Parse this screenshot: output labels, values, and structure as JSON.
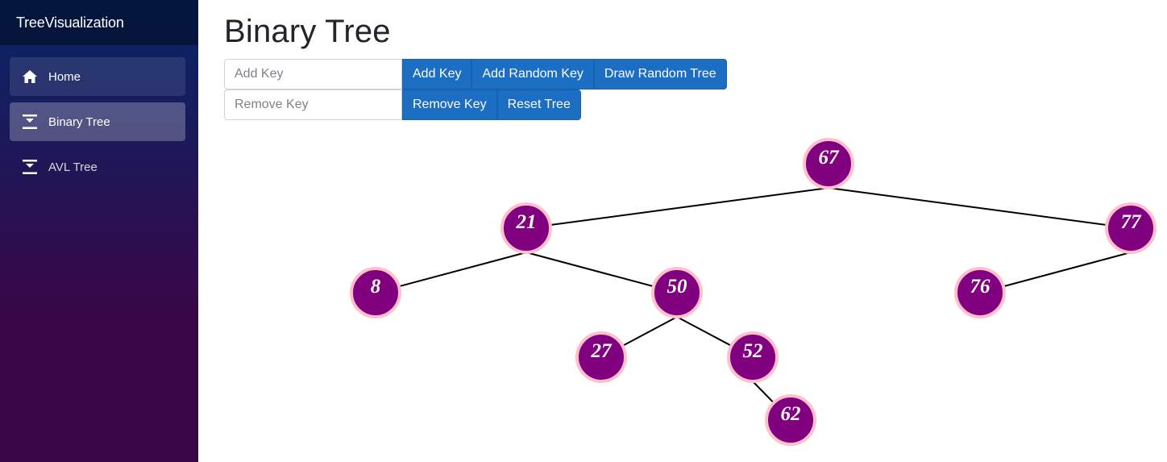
{
  "app": {
    "brand": "TreeVisualization"
  },
  "sidebar": {
    "items": [
      {
        "label": "Home",
        "icon": "home-icon",
        "state": "hover"
      },
      {
        "label": "Binary Tree",
        "icon": "vertical-align-center-icon",
        "state": "active"
      },
      {
        "label": "AVL Tree",
        "icon": "vertical-align-center-icon",
        "state": "normal"
      }
    ]
  },
  "page": {
    "title": "Binary Tree"
  },
  "controls": {
    "add_placeholder": "Add Key",
    "remove_placeholder": "Remove Key",
    "add_key_label": "Add Key",
    "add_random_label": "Add Random Key",
    "draw_random_label": "Draw Random Tree",
    "remove_key_label": "Remove Key",
    "reset_label": "Reset Tree"
  },
  "tree": {
    "colors": {
      "node_fill": "#800080",
      "node_stroke": "#ffc0cb",
      "edge": "#000000",
      "label": "#ffffff"
    },
    "nodes": [
      {
        "key": "67",
        "depth": 0,
        "order": 6
      },
      {
        "key": "21",
        "depth": 1,
        "order": 1
      },
      {
        "key": "77",
        "depth": 1,
        "order": 8
      },
      {
        "key": "8",
        "depth": 2,
        "order": 0
      },
      {
        "key": "50",
        "depth": 2,
        "order": 3
      },
      {
        "key": "76",
        "depth": 2,
        "order": 7
      },
      {
        "key": "27",
        "depth": 3,
        "order": 2
      },
      {
        "key": "52",
        "depth": 3,
        "order": 4
      },
      {
        "key": "62",
        "depth": 4,
        "order": 5
      }
    ],
    "edges": [
      [
        "67",
        "21"
      ],
      [
        "67",
        "77"
      ],
      [
        "21",
        "8"
      ],
      [
        "21",
        "50"
      ],
      [
        "50",
        "27"
      ],
      [
        "50",
        "52"
      ],
      [
        "52",
        "62"
      ],
      [
        "77",
        "76"
      ]
    ]
  }
}
